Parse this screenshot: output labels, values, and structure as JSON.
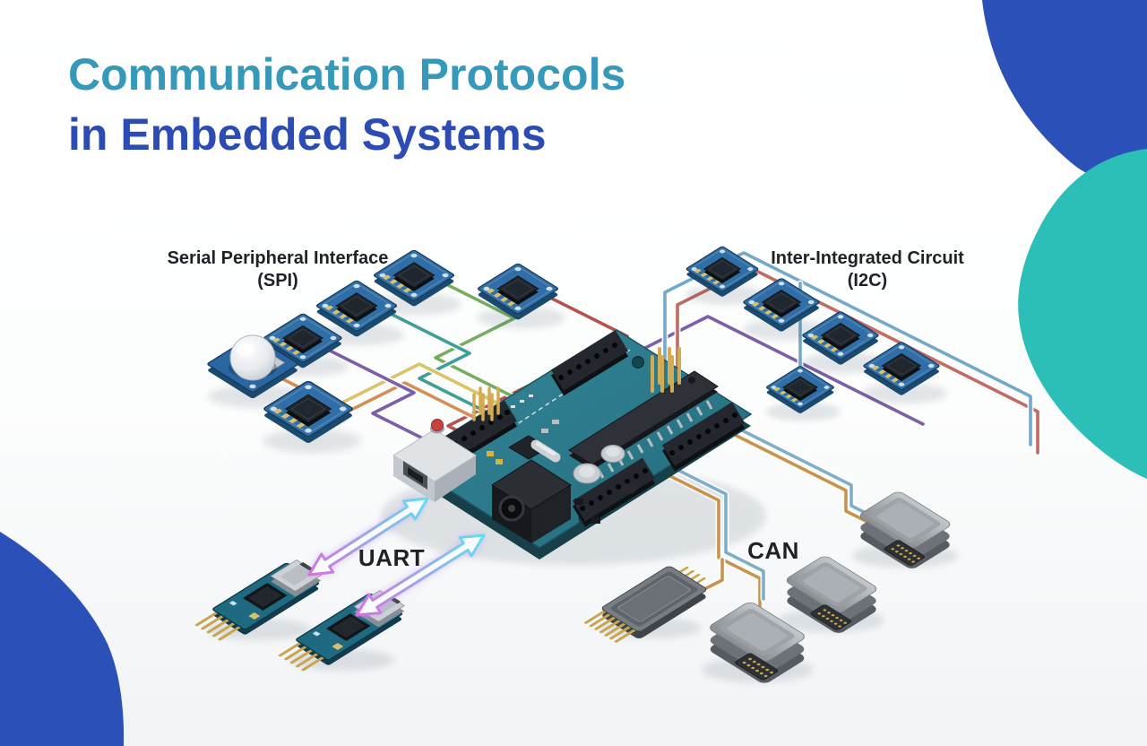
{
  "title": {
    "line1": "Communication Protocols",
    "line2": "in Embedded Systems"
  },
  "sections": {
    "spi": {
      "name": "Serial Peripheral Interface",
      "abbr": "(SPI)",
      "devices": [
        "sensor-module",
        "sensor-module",
        "sensor-module",
        "sensor-module",
        "pir-motion-sensor",
        "sensor-module"
      ]
    },
    "i2c": {
      "name": "Inter-Integrated Circuit",
      "abbr": "(I2C)",
      "devices": [
        "sensor-module",
        "sensor-module",
        "sensor-module",
        "sensor-module",
        "sensor-module"
      ]
    },
    "uart": {
      "label": "UART",
      "devices": [
        "usb-serial-adapter",
        "usb-serial-adapter"
      ]
    },
    "can": {
      "label": "CAN",
      "devices": [
        "can-node-module",
        "ecu-module",
        "ecu-module",
        "ecu-module"
      ]
    }
  },
  "central_device": "arduino-uno-microcontroller-board",
  "colors": {
    "title-line1": "#3799BA",
    "title-line2": "#2C4CB3",
    "label-dark": "#1E2126",
    "corner-blue": "#2B51B8",
    "corner-teal": "#2BBFB7",
    "pcb-teal": "#2B7D8D",
    "module-blue": "#2F6EA6",
    "wire-red": "#B5534F",
    "wire-green": "#76AE60",
    "wire-teal": "#3E9E98",
    "wire-purple": "#7B5FA8",
    "wire-yellow": "#D9C469",
    "wire-orange": "#D68F55",
    "bus-red": "#C06B63",
    "bus-blue": "#74A9C9",
    "can-orange": "#C8924F",
    "can-blue": "#7FAEC8",
    "arrow-cyan": "#5FE0EF",
    "arrow-magenta": "#D96FE3"
  }
}
